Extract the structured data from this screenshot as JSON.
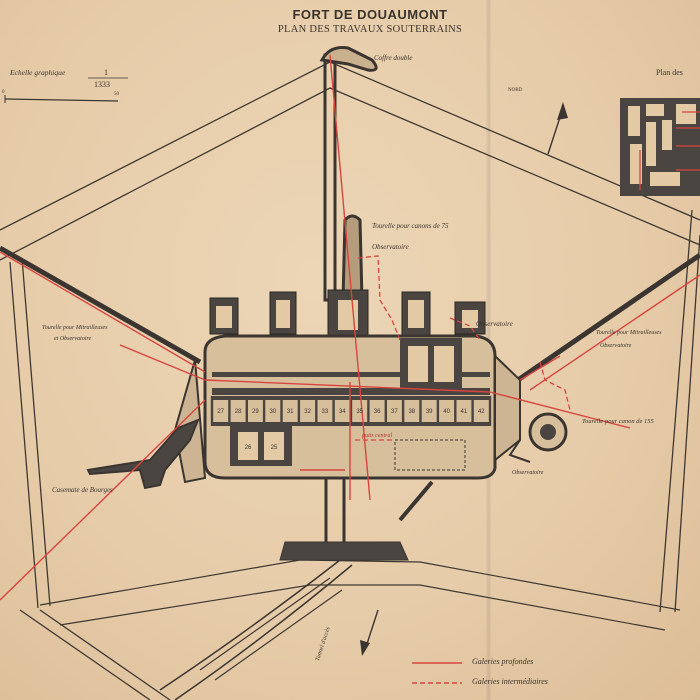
{
  "map": {
    "title": "FORT DE DOUAUMONT",
    "subtitle": "PLAN DES TRAVAUX SOUTERRAINS",
    "scale": {
      "label": "Echelle graphique",
      "ratio_numerator": "1",
      "ratio_denominator": "1333",
      "tick_start": "0",
      "tick_end": "50"
    },
    "north_label": "NORD",
    "inset_label": "Plan des",
    "labels": {
      "coffre": "Coffre double",
      "tourelle_75": "Tourelle pour canons de 75",
      "observatoire_1": "Observatoire",
      "tourelle_mitrailleuses_left_1": "Tourelle pour Mitrailleuses",
      "tourelle_mitrailleuses_left_2": "et Observatoire",
      "observatoire_2": "Observatoire",
      "tourelle_mitrailleuses_right_1": "Tourelle pour Mitrailleuses",
      "observatoire_3": "Observatoire",
      "tourelle_155": "Tourelle pour canon de 155",
      "puits_central": "puits central",
      "observatoire_4": "Observatoire",
      "casemate": "Casemate de Bourges",
      "tunnel": "Tunnel d'accès"
    },
    "room_numbers": [
      "27",
      "28",
      "29",
      "30",
      "31",
      "32",
      "33",
      "34",
      "35",
      "36",
      "37",
      "38",
      "39",
      "40",
      "41",
      "42"
    ],
    "lower_room_numbers": [
      "26",
      "25"
    ],
    "legend": [
      {
        "label": "Galeries profondes",
        "style": "solid",
        "color": "#d8453f"
      },
      {
        "label": "Galeries intermédiaires",
        "style": "dashed",
        "color": "#d8453f"
      }
    ],
    "colors": {
      "paper": "#e8cfad",
      "ink": "#3a332c",
      "masonry": "#4a4540",
      "red_gallery": "#d8453f"
    }
  }
}
